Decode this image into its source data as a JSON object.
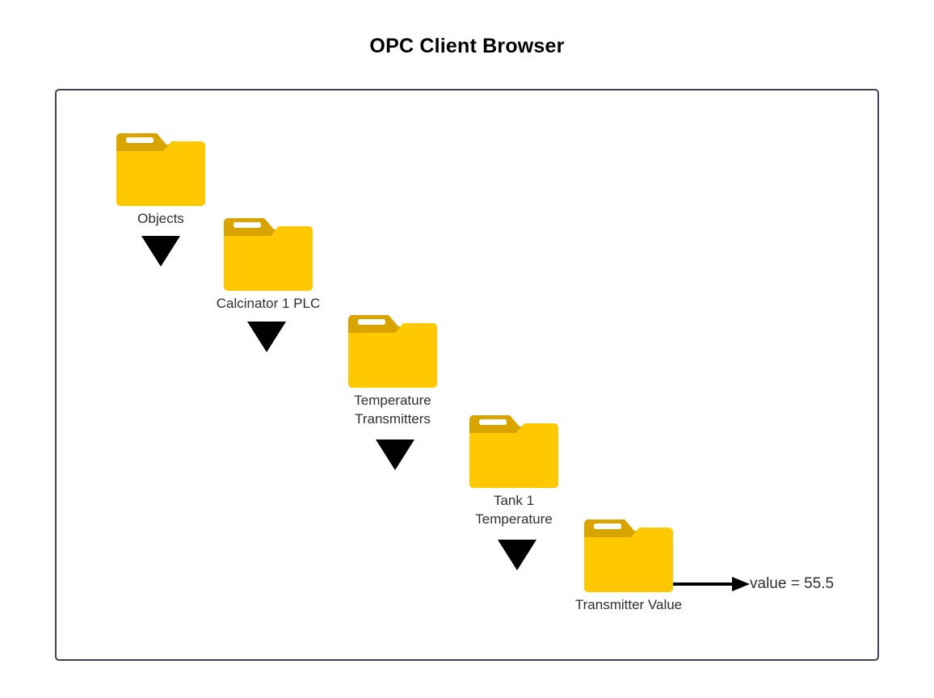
{
  "title": "OPC Client Browser",
  "colors": {
    "folder_body": "#FFC801",
    "folder_tab": "#D9A400",
    "folder_stripe": "#FFFFFF",
    "frame_border": "#3D4450",
    "arrow": "#000000",
    "label_text": "#2F2F2F",
    "title_text": "#000000",
    "background": "#FFFFFF"
  },
  "tree": {
    "nodes": [
      {
        "id": "objects",
        "label": "Objects",
        "icon": "folder-icon"
      },
      {
        "id": "calcinator-1-plc",
        "label": "Calcinator 1 PLC",
        "icon": "folder-icon"
      },
      {
        "id": "temperature-transmitters",
        "label": "Temperature\nTransmitters",
        "icon": "folder-icon"
      },
      {
        "id": "tank-1-temperature",
        "label": "Tank 1\nTemperature",
        "icon": "folder-icon"
      },
      {
        "id": "transmitter-value",
        "label": "Transmitter Value",
        "icon": "folder-icon"
      }
    ],
    "connectors": [
      {
        "from": "objects",
        "to": "calcinator-1-plc",
        "type": "arrow-down"
      },
      {
        "from": "calcinator-1-plc",
        "to": "temperature-transmitters",
        "type": "arrow-down"
      },
      {
        "from": "temperature-transmitters",
        "to": "tank-1-temperature",
        "type": "arrow-down"
      },
      {
        "from": "tank-1-temperature",
        "to": "transmitter-value",
        "type": "arrow-down"
      }
    ]
  },
  "value_annotation": {
    "text": "value = 55.5",
    "variable": "value",
    "operator": "=",
    "value": "55.5",
    "source_node": "transmitter-value"
  }
}
